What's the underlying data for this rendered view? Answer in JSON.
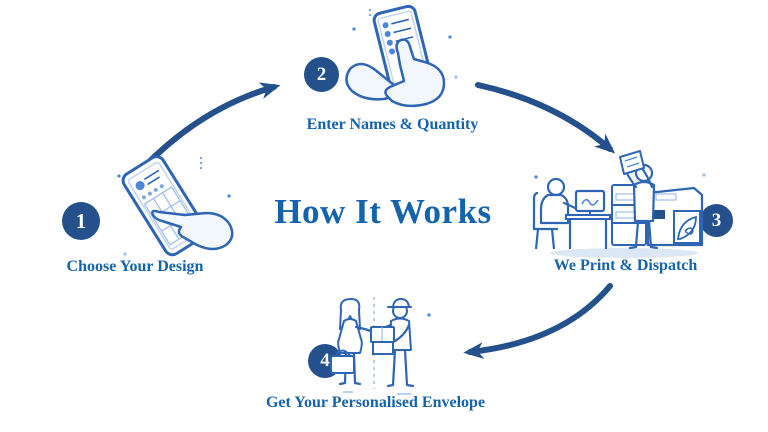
{
  "title": "How It Works",
  "steps": [
    {
      "number": "1",
      "label": "Choose Your Design",
      "icon": "hand-pointing-at-phone-design"
    },
    {
      "number": "2",
      "label": "Enter Names & Quantity",
      "icon": "hands-typing-on-phone-list"
    },
    {
      "number": "3",
      "label": "We Print & Dispatch",
      "icon": "print-shop-operators-and-press"
    },
    {
      "number": "4",
      "label": "Get Your Personalised Envelope",
      "icon": "courier-handing-package-to-customer"
    }
  ],
  "flow": [
    {
      "from": "1",
      "to": "2"
    },
    {
      "from": "2",
      "to": "3"
    },
    {
      "from": "3",
      "to": "4"
    }
  ],
  "colors": {
    "background": "#ffffff",
    "text_blue": "#1463ac",
    "arrow_navy": "#24508c",
    "badge_navy": "#24508c",
    "illustration_outline": "#2e66b5",
    "illustration_accent": "#4a86d3",
    "illustration_soft": "#9fc0ea",
    "illustration_fill": "#f2f7fd"
  }
}
